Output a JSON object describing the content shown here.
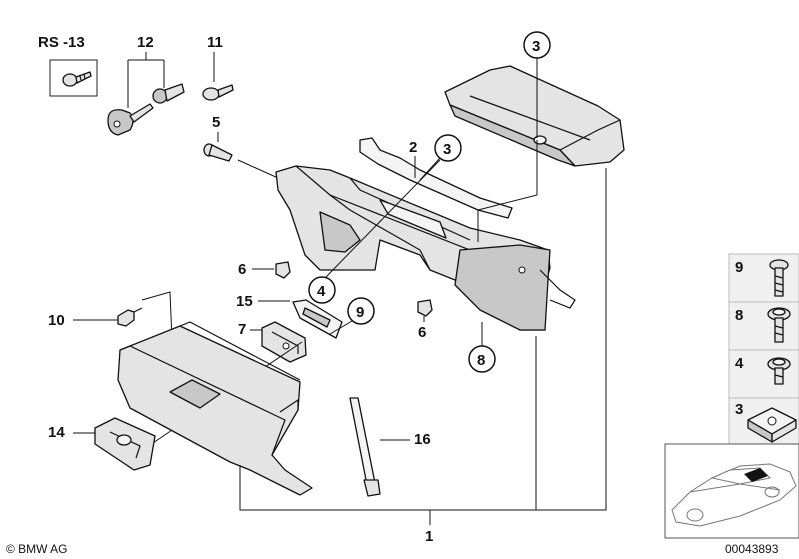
{
  "labels": {
    "rs13": "RS -13",
    "p12": "12",
    "p11": "11",
    "p5": "5",
    "p2": "2",
    "p6a": "6",
    "p6b": "6",
    "p15": "15",
    "p7": "7",
    "p10": "10",
    "p14": "14",
    "p16": "16",
    "p1": "1"
  },
  "callouts": {
    "c3top": "3",
    "c3mid": "3",
    "c4": "4",
    "c9": "9",
    "c8": "8"
  },
  "legend": {
    "items": [
      {
        "label": "9",
        "icon": "long-screw-icon"
      },
      {
        "label": "8",
        "icon": "flange-screw-icon"
      },
      {
        "label": "4",
        "icon": "collar-screw-icon"
      },
      {
        "label": "3",
        "icon": "clip-nut-icon"
      }
    ]
  },
  "footer": {
    "copyright": "© BMW AG",
    "diagram_number": "00043893"
  }
}
